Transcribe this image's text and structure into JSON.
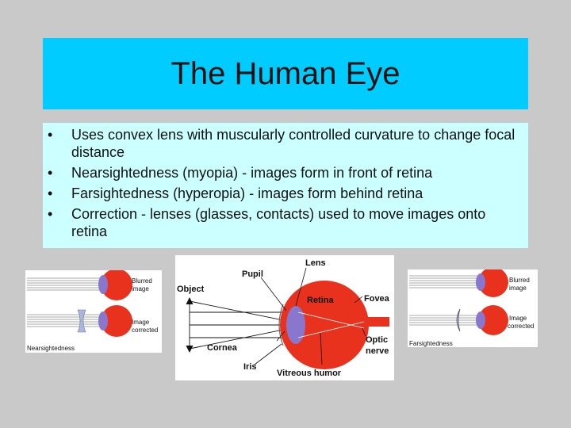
{
  "slide": {
    "title": "The Human Eye",
    "bullets": [
      "Uses convex lens with muscularly controlled curvature to change focal distance",
      "Nearsightedness (myopia) - images form in front of retina",
      "Farsightedness (hyperopia) - images form behind retina",
      "Correction - lenses (glasses, contacts) used to move images onto retina"
    ]
  },
  "left_figure": {
    "blurred_label_1": "Blurred",
    "blurred_label_2": "image",
    "corrected_label_1": "Image",
    "corrected_label_2": "corrected",
    "caption": "Nearsightedness"
  },
  "center_figure": {
    "lens": "Lens",
    "pupil": "Pupil",
    "object": "Object",
    "retina": "Retina",
    "fovea": "Fovea",
    "cornea": "Cornea",
    "optic_1": "Optic",
    "optic_2": "nerve",
    "iris": "Iris",
    "vitreous": "Vitreous humor"
  },
  "right_figure": {
    "blurred_label_1": "Blurred",
    "blurred_label_2": "image",
    "corrected_label_1": "Image",
    "corrected_label_2": "corrected",
    "caption": "Farsightedness"
  },
  "colors": {
    "title_bg": "#00ccff",
    "body_bg": "#ccffff",
    "eye_red": "#e8321e",
    "lens_purple": "#8877cc"
  }
}
